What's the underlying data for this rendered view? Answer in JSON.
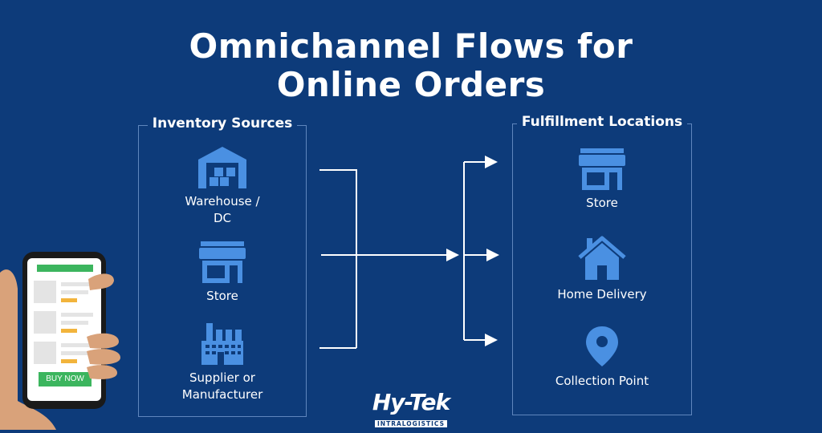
{
  "title": {
    "line1": "Omnichannel Flows for",
    "line2": "Online Orders"
  },
  "left_panel": {
    "title": "Inventory Sources",
    "items": [
      {
        "icon": "warehouse-icon",
        "label_lines": [
          "Warehouse /",
          "DC"
        ]
      },
      {
        "icon": "store-icon",
        "label_lines": [
          "Store"
        ]
      },
      {
        "icon": "factory-icon",
        "label_lines": [
          "Supplier or",
          "Manufacturer"
        ]
      }
    ]
  },
  "right_panel": {
    "title": "Fulfillment Locations",
    "items": [
      {
        "icon": "store-icon",
        "label": "Store"
      },
      {
        "icon": "house-icon",
        "label": "Home Delivery"
      },
      {
        "icon": "map-pin-icon",
        "label": "Collection Point"
      }
    ]
  },
  "phone": {
    "button_label": "BUY NOW"
  },
  "logo": {
    "text": "Hy-Tek",
    "subtext": "INTRALOGISTICS"
  },
  "colors": {
    "background": "#0d3b7a",
    "icon": "#4a90e2",
    "border": "#5f86bd",
    "green": "#3cb55e",
    "orange": "#f2b43c",
    "skin": "#d9a27a"
  }
}
